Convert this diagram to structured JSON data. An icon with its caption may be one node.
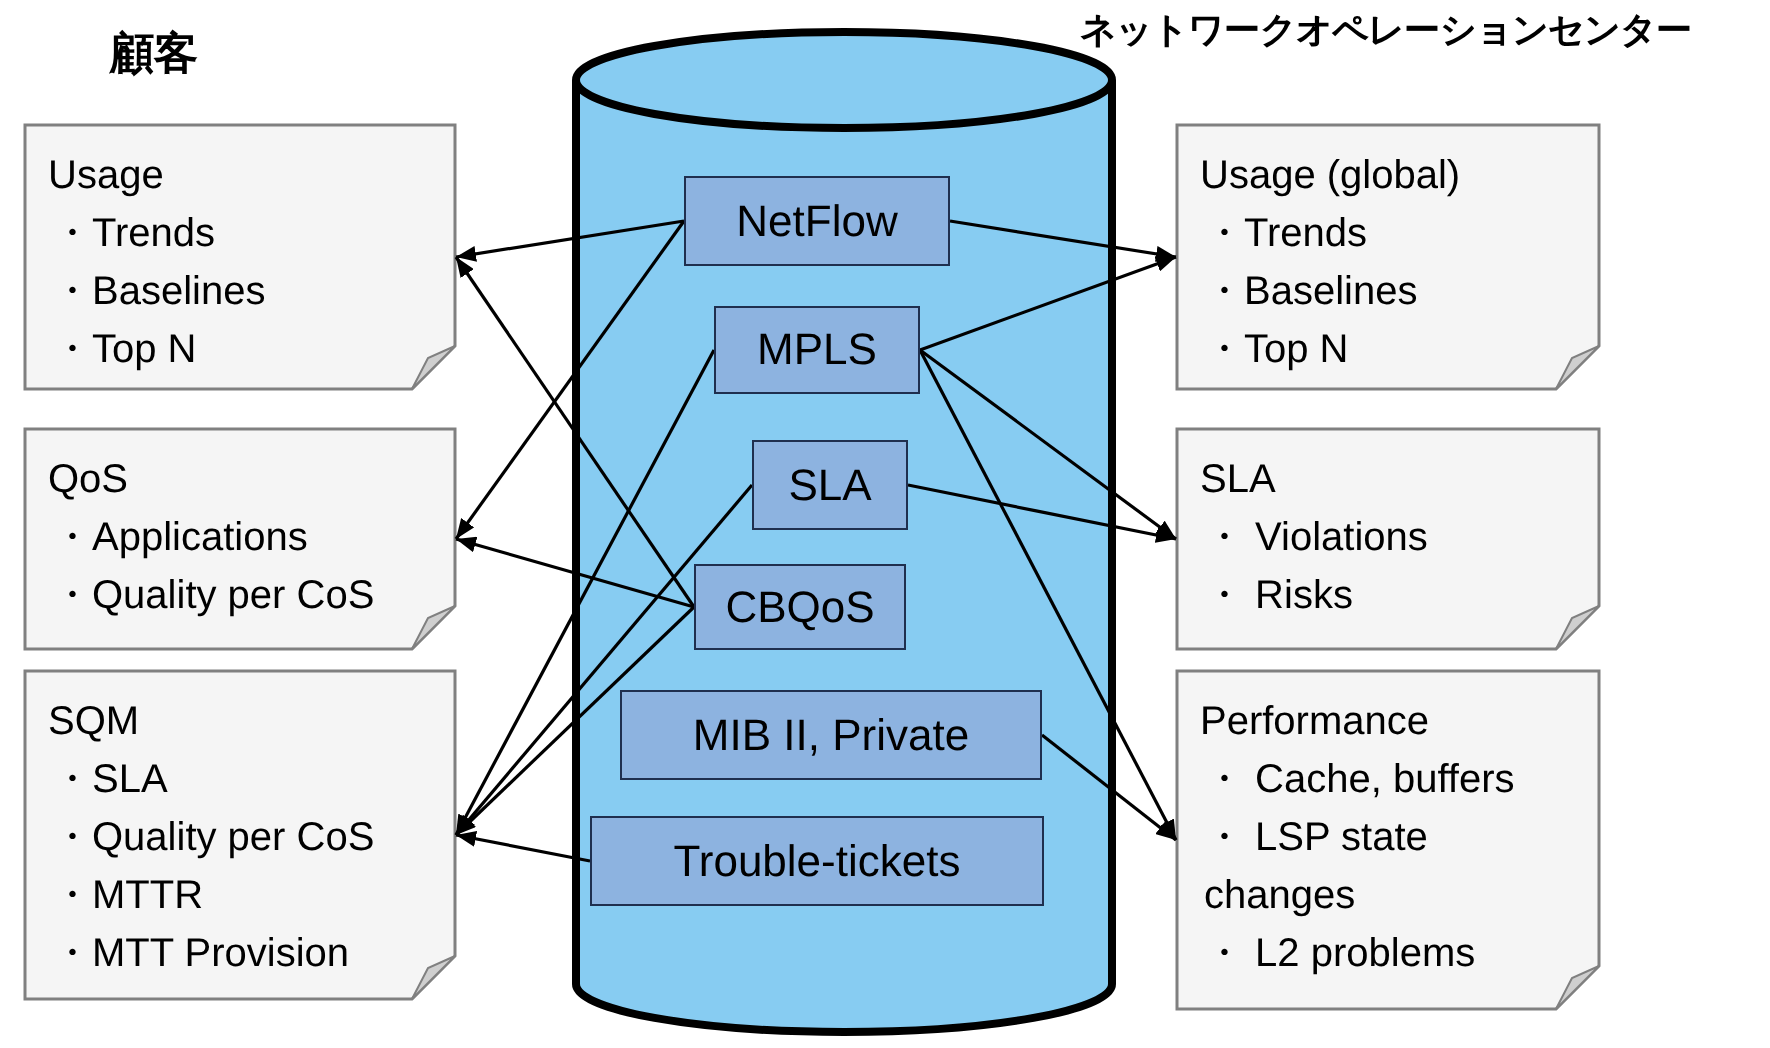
{
  "diagram": {
    "nodes": [
      {
        "text": [
          "Usage",
          "・Trends",
          "・Baselines",
          "・Top N"
        ]
      },
      {
        "text": [
          "QoS",
          "・Applications",
          "・Quality per CoS"
        ]
      },
      {
        "text": [
          "SQM",
          "・SLA",
          "・Quality per CoS",
          "・MTTR",
          "・MTT Provision"
        ]
      },
      {
        "text": [],
        "shape": "cylinder"
      },
      {
        "text": [
          "NetFlow"
        ],
        "in": 3
      },
      {
        "text": [
          "MPLS"
        ],
        "in": 3
      },
      {
        "text": [
          "SLA"
        ],
        "in": 3
      },
      {
        "text": [
          "CBQoS"
        ],
        "in": 3
      },
      {
        "text": [
          "MIB II, Private"
        ],
        "in": 3
      },
      {
        "text": [
          "Trouble-tickets"
        ],
        "in": 3
      },
      {
        "text": [
          "Usage (global)",
          "・Trends",
          "・Baselines",
          "・Top N"
        ]
      },
      {
        "text": [
          "SLA",
          "・ Violations",
          "・ Risks"
        ]
      },
      {
        "text": [
          "Performance",
          "・ Cache, buffers",
          "・ LSP state changes",
          "・ L2 problems"
        ]
      }
    ],
    "edges": [
      {
        "from": 4,
        "to": 0,
        "arrow": "to"
      },
      {
        "from": 7,
        "to": 0,
        "arrow": "to"
      },
      {
        "from": 4,
        "to": 1,
        "arrow": "to"
      },
      {
        "from": 7,
        "to": 1,
        "arrow": "to"
      },
      {
        "from": 5,
        "to": 2,
        "arrow": "to"
      },
      {
        "from": 6,
        "to": 2,
        "arrow": "to"
      },
      {
        "from": 7,
        "to": 2,
        "arrow": "to"
      },
      {
        "from": 9,
        "to": 2,
        "arrow": "to"
      },
      {
        "from": 4,
        "to": 10,
        "arrow": "to"
      },
      {
        "from": 5,
        "to": 10,
        "arrow": "to"
      },
      {
        "from": 5,
        "to": 11,
        "arrow": "to"
      },
      {
        "from": 6,
        "to": 11,
        "arrow": "to"
      },
      {
        "from": 5,
        "to": 12,
        "arrow": "to"
      },
      {
        "from": 8,
        "to": 12,
        "arrow": "to"
      }
    ],
    "labels": [
      "顧客",
      "ネットワークオペレーションセンター"
    ]
  }
}
